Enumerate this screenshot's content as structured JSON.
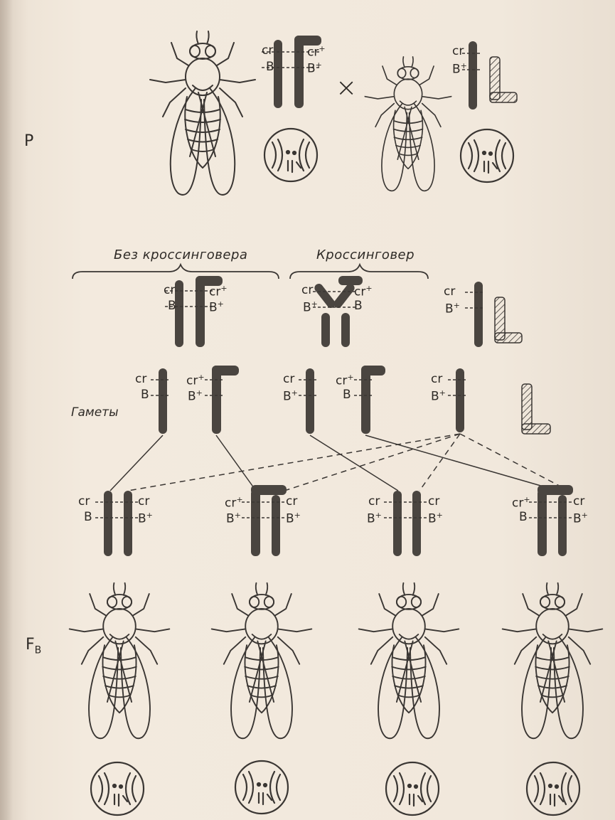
{
  "generations": {
    "p": "P",
    "fb": "F",
    "fb_sub": "B"
  },
  "sections": {
    "no_crossover": "Без кроссинговера",
    "crossover": "Кроссинговер"
  },
  "gametes_label": "Гаметы",
  "cross_symbol": "×",
  "genes": {
    "cr": "cr",
    "cr_plus": "cr",
    "b": "B",
    "b_plus": "B",
    "plus": "+"
  },
  "colors": {
    "ink": "#3a3633",
    "paper": "#f1e8dc"
  }
}
